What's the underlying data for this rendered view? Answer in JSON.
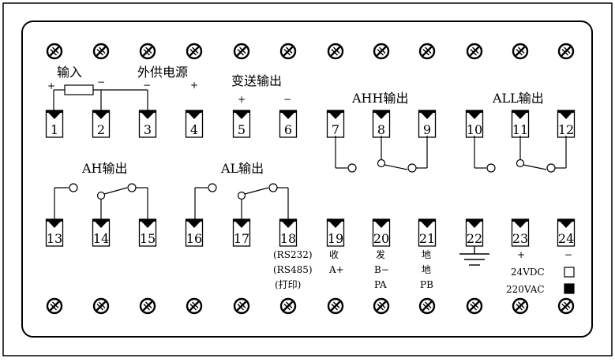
{
  "labels": {
    "input": "输入",
    "ext_power": "外供电源",
    "transmit_output": "变送输出",
    "ahh_output": "AHH输出",
    "all_output": "ALL输出",
    "ah_output": "AH输出",
    "al_output": "AL输出",
    "plus": "+",
    "minus": "−",
    "t18_a": "(RS232)",
    "t18_b": "(RS485)",
    "t18_c": "(打印)",
    "t19_a": "收",
    "t19_b": "A+",
    "t20_a": "发",
    "t20_b": "B−",
    "t20_c": "PA",
    "t21_a": "地",
    "t21_b": "地",
    "t21_c": "PB",
    "t23_plus": "+",
    "t24_minus": "−",
    "v24": "24VDC",
    "v220": "220VAC"
  },
  "top_terminals": [
    "1",
    "2",
    "3",
    "4",
    "5",
    "6",
    "7",
    "8",
    "9",
    "10",
    "11",
    "12"
  ],
  "bottom_terminals": [
    "13",
    "14",
    "15",
    "16",
    "17",
    "18",
    "19",
    "20",
    "21",
    "22",
    "23",
    "24"
  ]
}
